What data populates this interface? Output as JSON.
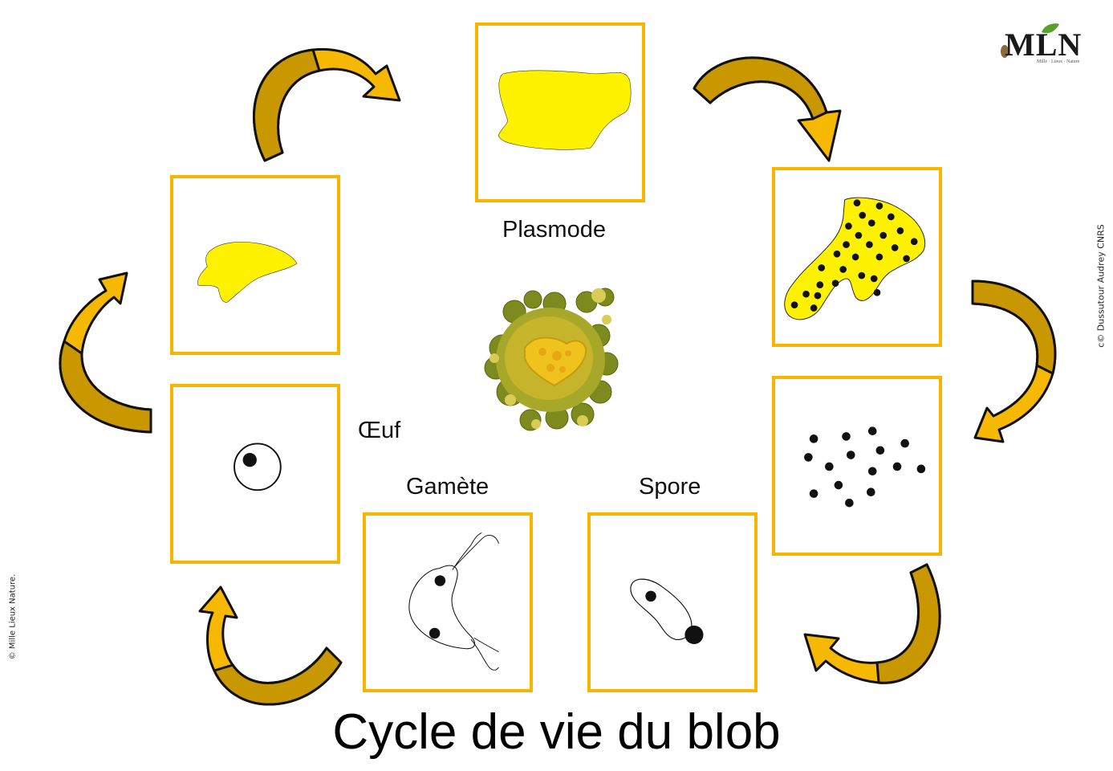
{
  "title": "Cycle de vie du blob",
  "stages": {
    "plasmode": "Plasmode",
    "oeuf": "Œuf",
    "gamete": "Gamète",
    "spore": "Spore"
  },
  "logo": {
    "text": "MLN",
    "subtitle": "Mille · Lieux · Nature"
  },
  "credits": {
    "right": "c© Dussutour Audrey CNRS",
    "left": "© Mille Lieux Nature."
  },
  "colors": {
    "frame": "#f7b500",
    "blob": "#fff200",
    "arrow_light": "#f6b800",
    "arrow_dark": "#c99700"
  }
}
